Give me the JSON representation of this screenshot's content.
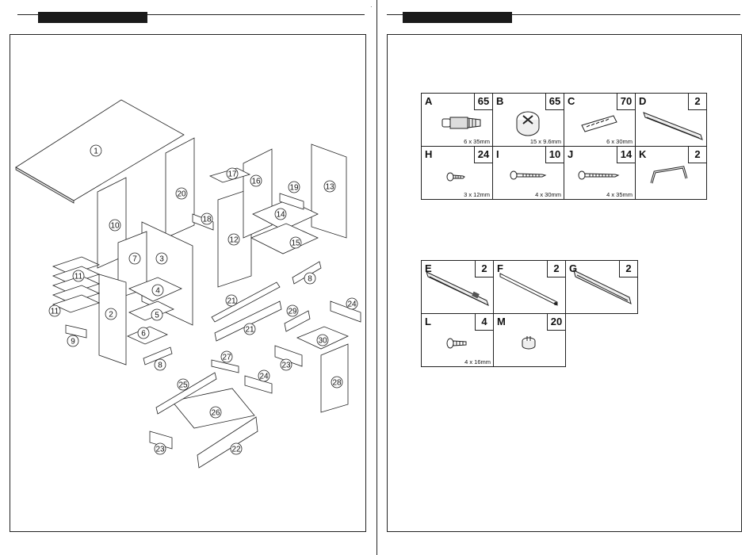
{
  "marker": "·",
  "assembly": {
    "parts": [
      "1",
      "2",
      "3",
      "4",
      "5",
      "6",
      "7",
      "8",
      "8",
      "9",
      "10",
      "11",
      "11",
      "12",
      "13",
      "14",
      "15",
      "16",
      "17",
      "18",
      "19",
      "20",
      "21",
      "21",
      "22",
      "23",
      "23",
      "24",
      "24",
      "25",
      "26",
      "27",
      "28",
      "29",
      "30"
    ]
  },
  "hardware_upper": [
    {
      "letter": "A",
      "qty": "65",
      "size": "6 x 35mm",
      "icon": "cam-bolt-icon"
    },
    {
      "letter": "B",
      "qty": "65",
      "size": "15 x 9.6mm",
      "icon": "cam-lock-icon"
    },
    {
      "letter": "C",
      "qty": "70",
      "size": "6 x 30mm",
      "icon": "wood-dowel-icon"
    },
    {
      "letter": "D",
      "qty": "2",
      "size": "",
      "icon": "drawer-slide-icon"
    },
    {
      "letter": "H",
      "qty": "24",
      "size": "3 x 12mm",
      "icon": "short-screw-icon"
    },
    {
      "letter": "I",
      "qty": "10",
      "size": "4 x 30mm",
      "icon": "wood-screw-icon"
    },
    {
      "letter": "J",
      "qty": "14",
      "size": "4 x 35mm",
      "icon": "long-screw-icon"
    },
    {
      "letter": "K",
      "qty": "2",
      "size": "",
      "icon": "handle-icon"
    }
  ],
  "hardware_lower": [
    {
      "letter": "E",
      "qty": "2",
      "size": "",
      "icon": "slide-rail-icon"
    },
    {
      "letter": "F",
      "qty": "2",
      "size": "",
      "icon": "rail-rod-icon"
    },
    {
      "letter": "G",
      "qty": "2",
      "size": "",
      "icon": "runner-rail-icon"
    },
    {
      "letter": "L",
      "qty": "4",
      "size": "4 x 16mm",
      "icon": "handle-bolt-icon"
    },
    {
      "letter": "M",
      "qty": "20",
      "size": "",
      "icon": "nylon-glide-icon"
    }
  ]
}
